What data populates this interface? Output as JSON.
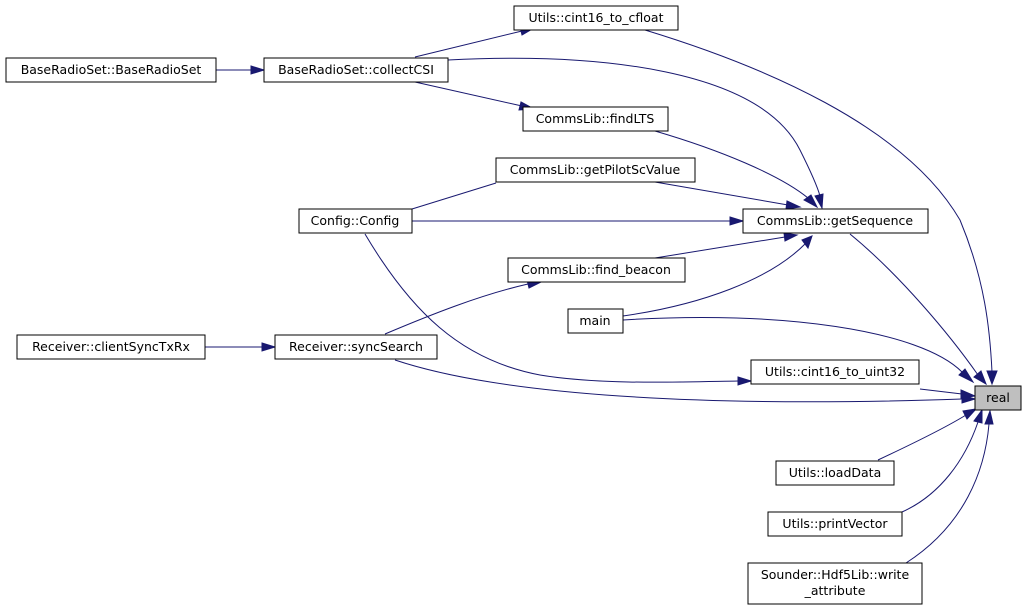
{
  "nodes": {
    "real": "real",
    "cint16_to_cfloat": "Utils::cint16_to_cfloat",
    "base_radio_set": "BaseRadioSet::BaseRadioSet",
    "collect_csi": "BaseRadioSet::collectCSI",
    "find_lts": "CommsLib::findLTS",
    "get_pilot_sc_value": "CommsLib::getPilotScValue",
    "config": "Config::Config",
    "get_sequence": "CommsLib::getSequence",
    "find_beacon": "CommsLib::find_beacon",
    "main": "main",
    "client_sync_tx_rx": "Receiver::clientSyncTxRx",
    "sync_search": "Receiver::syncSearch",
    "cint16_to_uint32": "Utils::cint16_to_uint32",
    "load_data": "Utils::loadData",
    "print_vector": "Utils::printVector",
    "write_attribute_line1": "Sounder::Hdf5Lib::write",
    "write_attribute_line2": "_attribute"
  },
  "edge_color": "#191970",
  "highlight_fill": "#bfbfbf"
}
